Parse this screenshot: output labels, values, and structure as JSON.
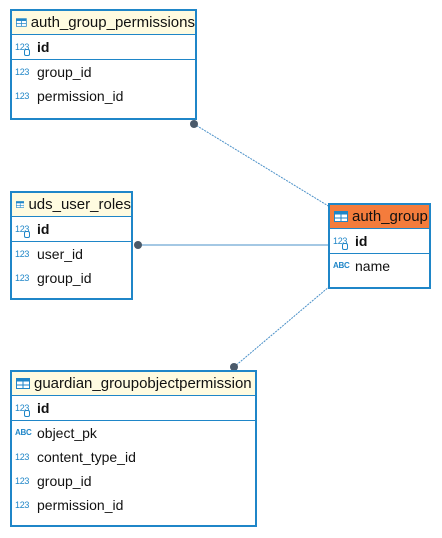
{
  "entities": {
    "auth_group_permissions": {
      "title": "auth_group_permissions",
      "primary_key": {
        "name": "id",
        "type": "123"
      },
      "columns": [
        {
          "name": "group_id",
          "type": "123"
        },
        {
          "name": "permission_id",
          "type": "123"
        }
      ]
    },
    "uds_user_roles": {
      "title": "uds_user_roles",
      "primary_key": {
        "name": "id",
        "type": "123"
      },
      "columns": [
        {
          "name": "user_id",
          "type": "123"
        },
        {
          "name": "group_id",
          "type": "123"
        }
      ]
    },
    "auth_group": {
      "title": "auth_group",
      "primary_key": {
        "name": "id",
        "type": "123"
      },
      "columns": [
        {
          "name": "name",
          "type": "ABC"
        }
      ]
    },
    "guardian_groupobjectpermission": {
      "title": "guardian_groupobjectpermission",
      "primary_key": {
        "name": "id",
        "type": "123"
      },
      "columns": [
        {
          "name": "object_pk",
          "type": "ABC"
        },
        {
          "name": "content_type_id",
          "type": "123"
        },
        {
          "name": "group_id",
          "type": "123"
        },
        {
          "name": "permission_id",
          "type": "123"
        }
      ]
    }
  },
  "colors": {
    "border": "#1f86c8",
    "header": "#fffbe0",
    "highlight_header": "#f47c3c",
    "connector": "#4a90c8",
    "endpoint": "#4a5a6a"
  },
  "icons": {
    "table": "table-icon",
    "numeric": "numeric-type-icon",
    "text": "text-type-icon",
    "primary_key": "key-icon"
  }
}
